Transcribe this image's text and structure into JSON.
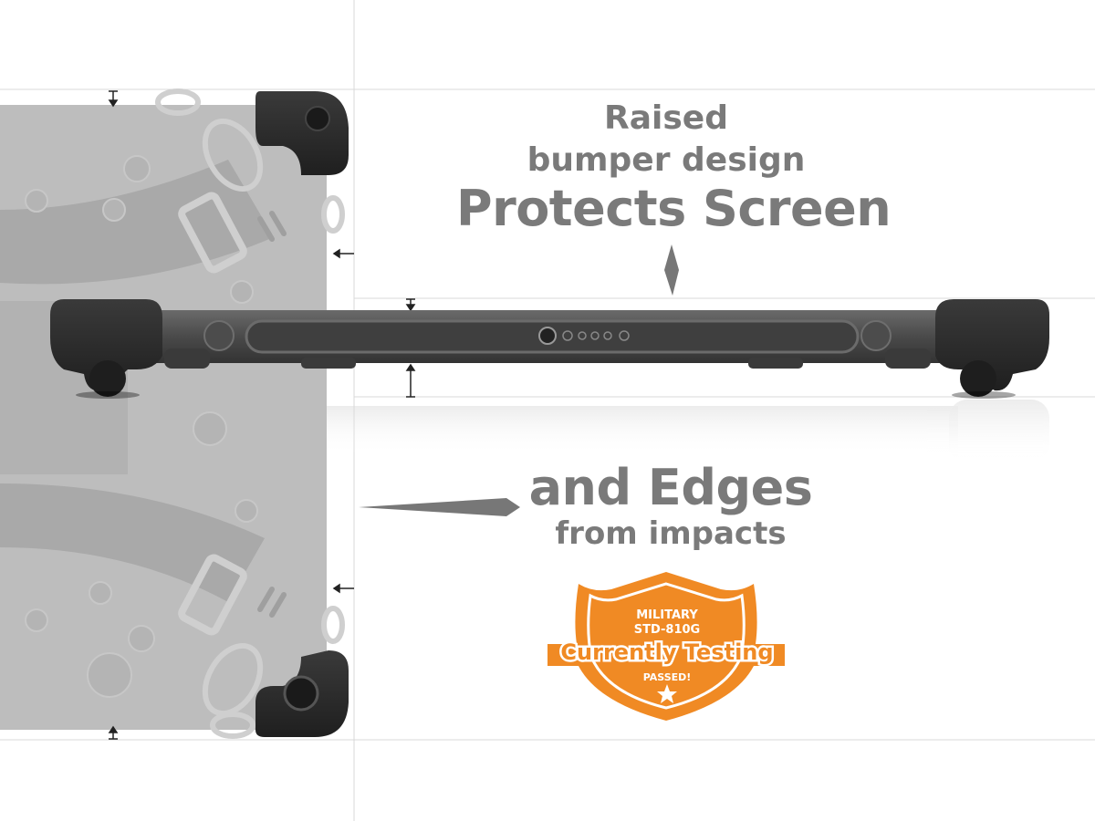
{
  "headline": {
    "line1": "Raised",
    "line2": "bumper design",
    "line3": "Protects Screen",
    "line4": "and Edges",
    "line5": "from impacts"
  },
  "badge": {
    "line1": "MILITARY",
    "line2": "STD-810G",
    "line3": "Currently Testing",
    "line4": "PASSED!",
    "star_icon": "star-icon"
  },
  "colors": {
    "text_gray": "#7a7a7a",
    "badge_orange": "#f08a24",
    "bumper_black": "#2b2b2b",
    "tablet_gray": "#b9b9b9"
  }
}
